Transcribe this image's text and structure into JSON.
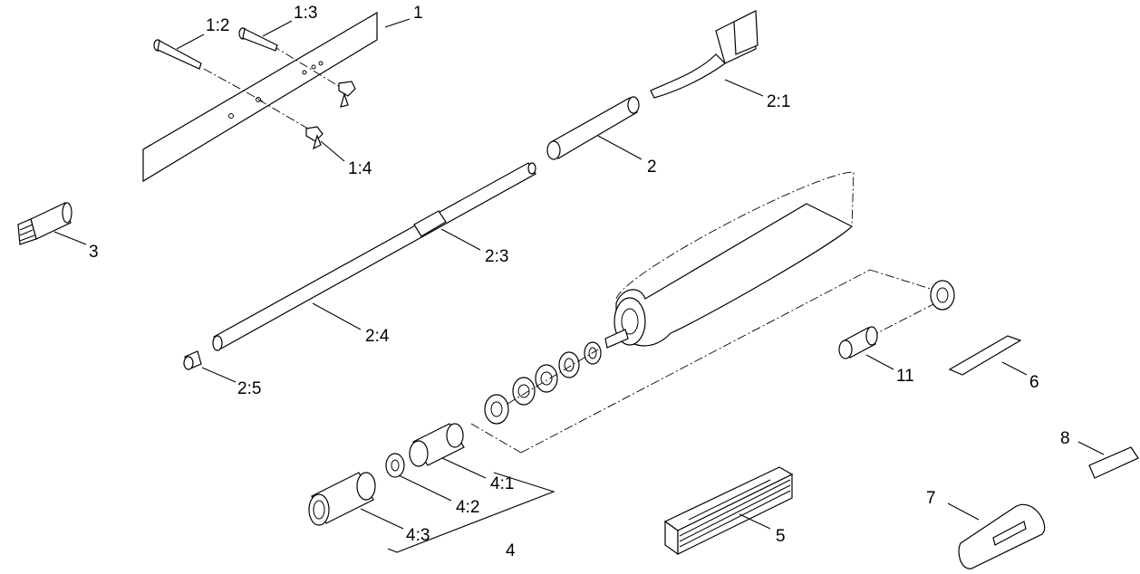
{
  "callouts": {
    "c1": "1",
    "c1_2": "1:2",
    "c1_3": "1:3",
    "c1_4": "1:4",
    "c2": "2",
    "c2_1": "2:1",
    "c2_3": "2:3",
    "c2_4": "2:4",
    "c2_5": "2:5",
    "c3": "3",
    "c4": "4",
    "c4_1": "4:1",
    "c4_2": "4:2",
    "c4_3": "4:3",
    "c5": "5",
    "c6": "6",
    "c7": "7",
    "c8": "8",
    "c11": "11"
  }
}
